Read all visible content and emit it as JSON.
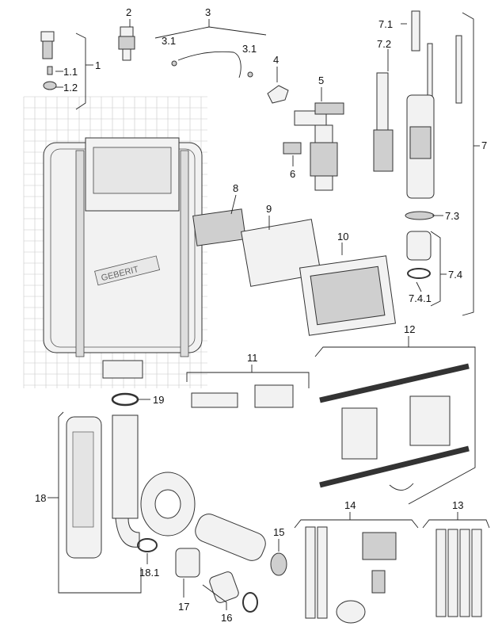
{
  "diagram": {
    "brand_mark": "GEBERIT",
    "labels": {
      "p1": "1",
      "p1_1": "1.1",
      "p1_2": "1.2",
      "p2": "2",
      "p3": "3",
      "p3_1a": "3.1",
      "p3_1b": "3.1",
      "p4": "4",
      "p5": "5",
      "p6": "6",
      "p7": "7",
      "p7_1": "7.1",
      "p7_2": "7.2",
      "p7_3": "7.3",
      "p7_4": "7.4",
      "p7_4_1": "7.4.1",
      "p8": "8",
      "p9": "9",
      "p10": "10",
      "p11": "11",
      "p12": "12",
      "p13": "13",
      "p14": "14",
      "p15": "15",
      "p16": "16",
      "p17": "17",
      "p18": "18",
      "p18_1": "18.1",
      "p19": "19"
    }
  }
}
